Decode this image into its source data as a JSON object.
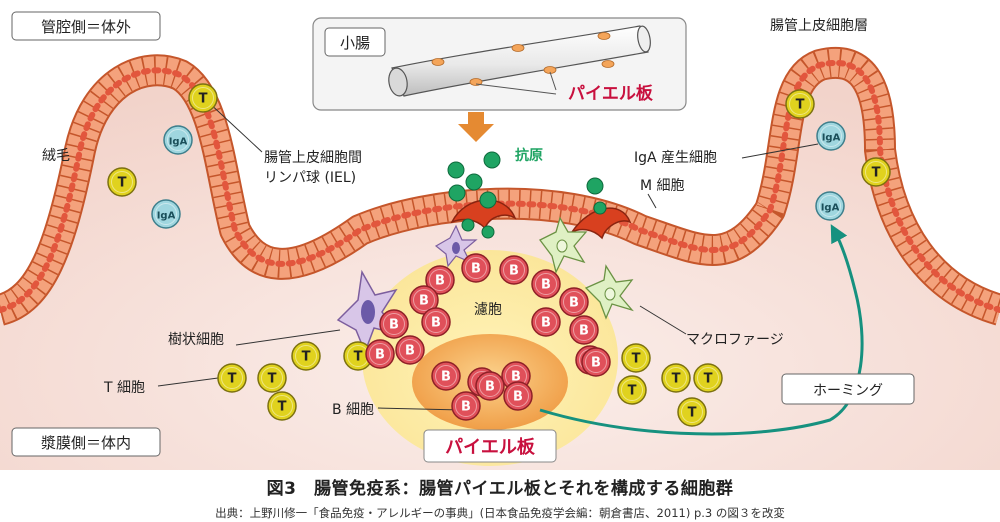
{
  "labels": {
    "lumen_side": "管腔側＝体外",
    "serosa_side": "漿膜側＝体内",
    "small_intestine": "小腸",
    "peyer_patch_top": "パイエル板",
    "peyer_patch_bottom": "パイエル板",
    "antigen": "抗原",
    "m_cell": "M 細胞",
    "villi": "絨毛",
    "iel_line1": "腸管上皮細胞間",
    "iel_line2": "リンパ球 (IEL)",
    "epithelium": "腸管上皮細胞層",
    "iga_cell": "IgA 産生細胞",
    "dendritic": "樹状細胞",
    "t_cell": "T 細胞",
    "b_cell": "B 細胞",
    "follicle": "濾胞",
    "macrophage": "マクロファージ",
    "homing": "ホーミング"
  },
  "cell_text": {
    "t": "T",
    "b": "B",
    "iga": "IgA"
  },
  "caption": {
    "title": "図3　腸管免疫系：腸管パイエル板とそれを構成する細胞群",
    "source": "出典：上野川修一「食品免疫・アレルギーの事典」(日本食品免疫学会編：朝倉書店、2011) p.3 の図３を改変"
  },
  "colors": {
    "epithelium_fill": "#f4a27c",
    "epithelium_stroke": "#c5562b",
    "tissue": "#f5ddd5",
    "t_cell": "#e0d21e",
    "b_cell": "#e0505a",
    "iga_cell": "#9fd6df",
    "follicle": "#fbeba6",
    "germinal_center": "#f2a24a",
    "m_cell": "#d8401f",
    "antigen": "#1fa463",
    "homing_arrow": "#16917f",
    "peyer_label": "#c8103e",
    "arrow_orange": "#e58a32"
  }
}
